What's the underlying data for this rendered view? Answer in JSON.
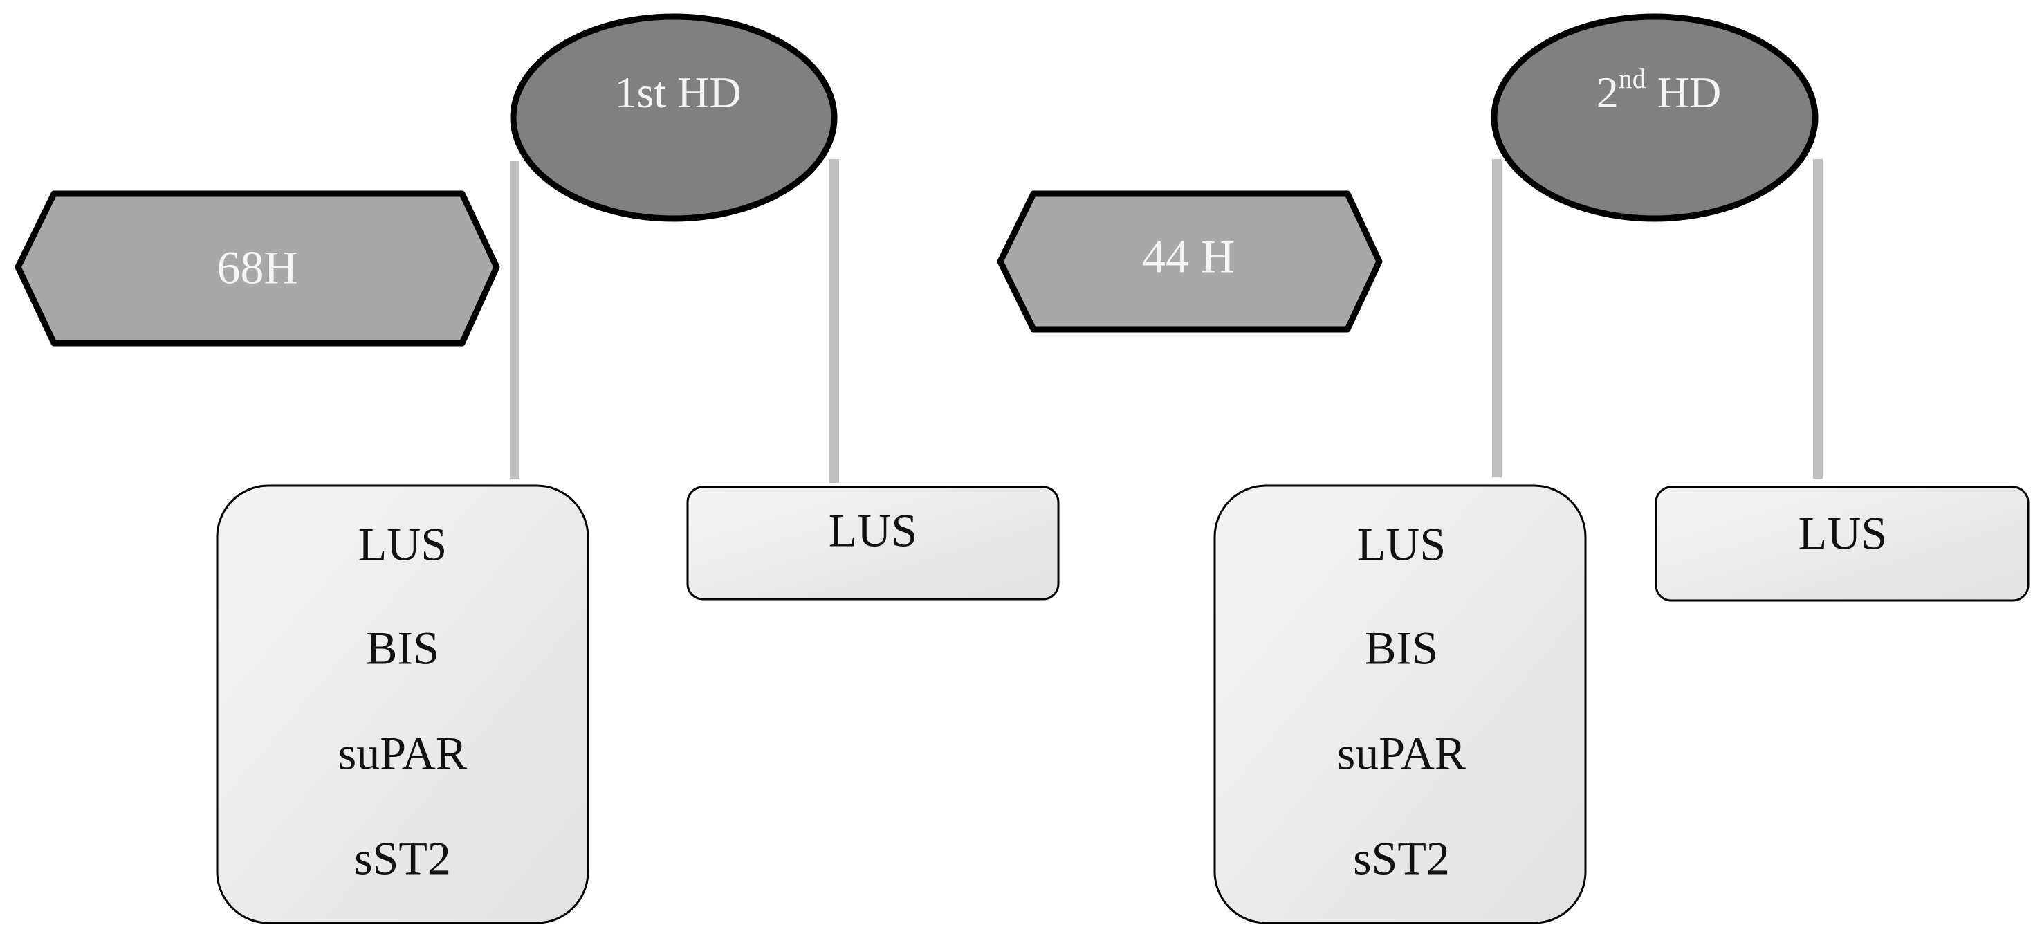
{
  "colors": {
    "ellipse_fill": "#808080",
    "hexagon_fill": "#a8a8a8",
    "box_fill_light": "#f4f4f4",
    "box_fill_dark": "#e2e2e2",
    "outline": "#000000",
    "connector": "#c0c0c0",
    "light_text": "#f4f4f4",
    "dark_text": "#111111"
  },
  "sessions": [
    {
      "hd": {
        "prefix": "1st",
        "sup": "",
        "suffix": " HD"
      },
      "interval": "68H",
      "before_box": {
        "items": [
          "LUS",
          "BIS",
          "suPAR",
          "sST2"
        ]
      },
      "after_box": {
        "items": [
          "LUS"
        ]
      }
    },
    {
      "hd": {
        "prefix": "2",
        "sup": "nd",
        "suffix": " HD"
      },
      "interval": "44 H",
      "before_box": {
        "items": [
          "LUS",
          "BIS",
          "suPAR",
          "sST2"
        ]
      },
      "after_box": {
        "items": [
          "LUS"
        ]
      }
    }
  ]
}
